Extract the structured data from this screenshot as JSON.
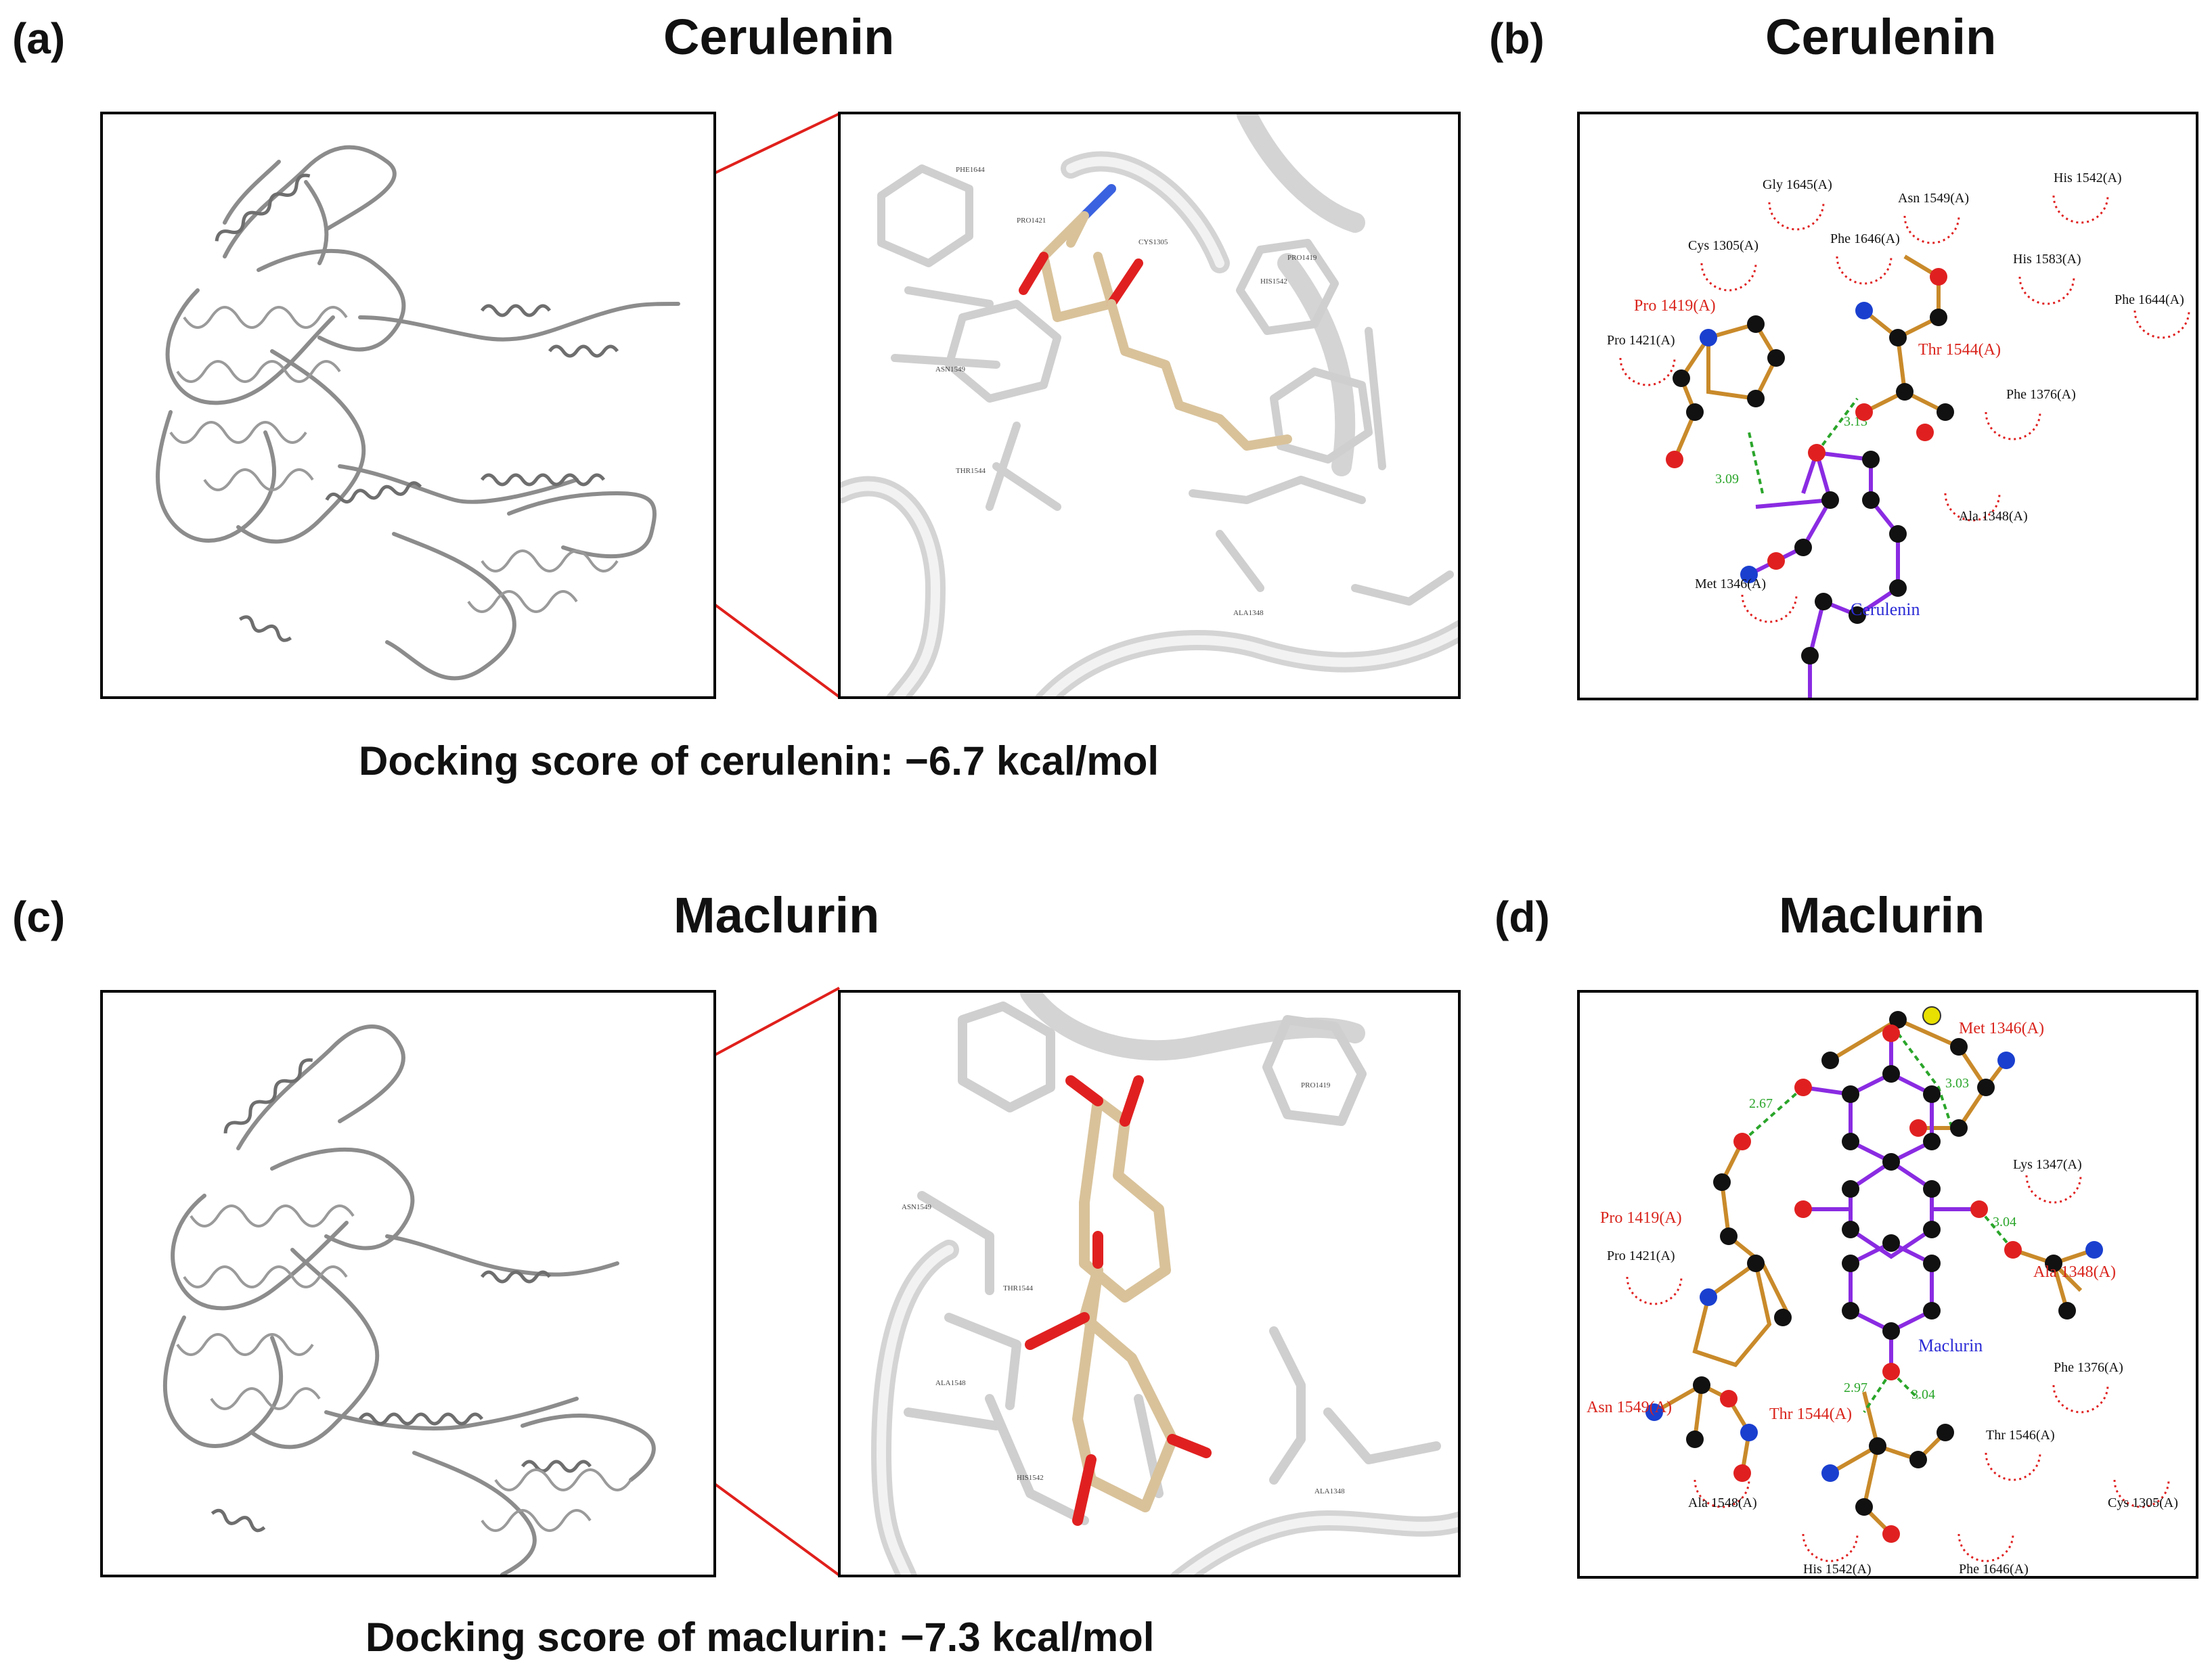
{
  "panel_a": {
    "letter": "(a)",
    "title": "Cerulenin",
    "score": "Docking score of cerulenin: −6.7 kcal/mol",
    "zoom_labels": [
      "PHE1644",
      "PRO1421",
      "CYS1305",
      "ASN1549",
      "THR1544",
      "ALA1348",
      "PRO1419",
      "HIS1542"
    ]
  },
  "panel_b": {
    "letter": "(b)",
    "title": "Cerulenin",
    "ligand": "Cerulenin",
    "hbond_residues": [
      "Pro 1419(A)",
      "Thr 1544(A)"
    ],
    "contact_residues": [
      "Gly 1645(A)",
      "Asn 1549(A)",
      "His 1542(A)",
      "Cys 1305(A)",
      "Phe 1646(A)",
      "His 1583(A)",
      "Phe 1644(A)",
      "Pro 1421(A)",
      "Phe 1376(A)",
      "Ala 1348(A)",
      "Met 1346(A)"
    ],
    "distances": [
      "3.09",
      "3.13"
    ]
  },
  "panel_c": {
    "letter": "(c)",
    "title": "Maclurin",
    "score": "Docking score of maclurin: −7.3 kcal/mol",
    "zoom_labels": [
      "PRO1419",
      "ASN1549",
      "THR1544",
      "ALA1548",
      "HIS1542",
      "ALA1348"
    ]
  },
  "panel_d": {
    "letter": "(d)",
    "title": "Maclurin",
    "ligand": "Maclurin",
    "hbond_residues": [
      "Met 1346(A)",
      "Pro 1419(A)",
      "Ala 1348(A)",
      "Asn 1549(A)",
      "Thr 1544(A)"
    ],
    "contact_residues": [
      "Lys 1347(A)",
      "Pro 1421(A)",
      "Phe 1376(A)",
      "Thr 1546(A)",
      "Ala 1548(A)",
      "Cys 1305(A)",
      "His 1542(A)",
      "Phe 1646(A)"
    ],
    "distances": [
      "2.67",
      "3.03",
      "3.04",
      "2.97",
      "3.04"
    ]
  },
  "colors": {
    "connector": "#e0201c",
    "hbond_residue_text": "#d9241c",
    "ligand_bond": "#8a2be2",
    "residue_bond": "#c98a2a",
    "hbond": "#2aa52a",
    "ligand_carbon": "#d9c29a",
    "oxygen": "#e02020",
    "nitrogen": "#1a3fcf",
    "sulfur": "#e8e000",
    "ligand_text": "#2b2bd6"
  }
}
